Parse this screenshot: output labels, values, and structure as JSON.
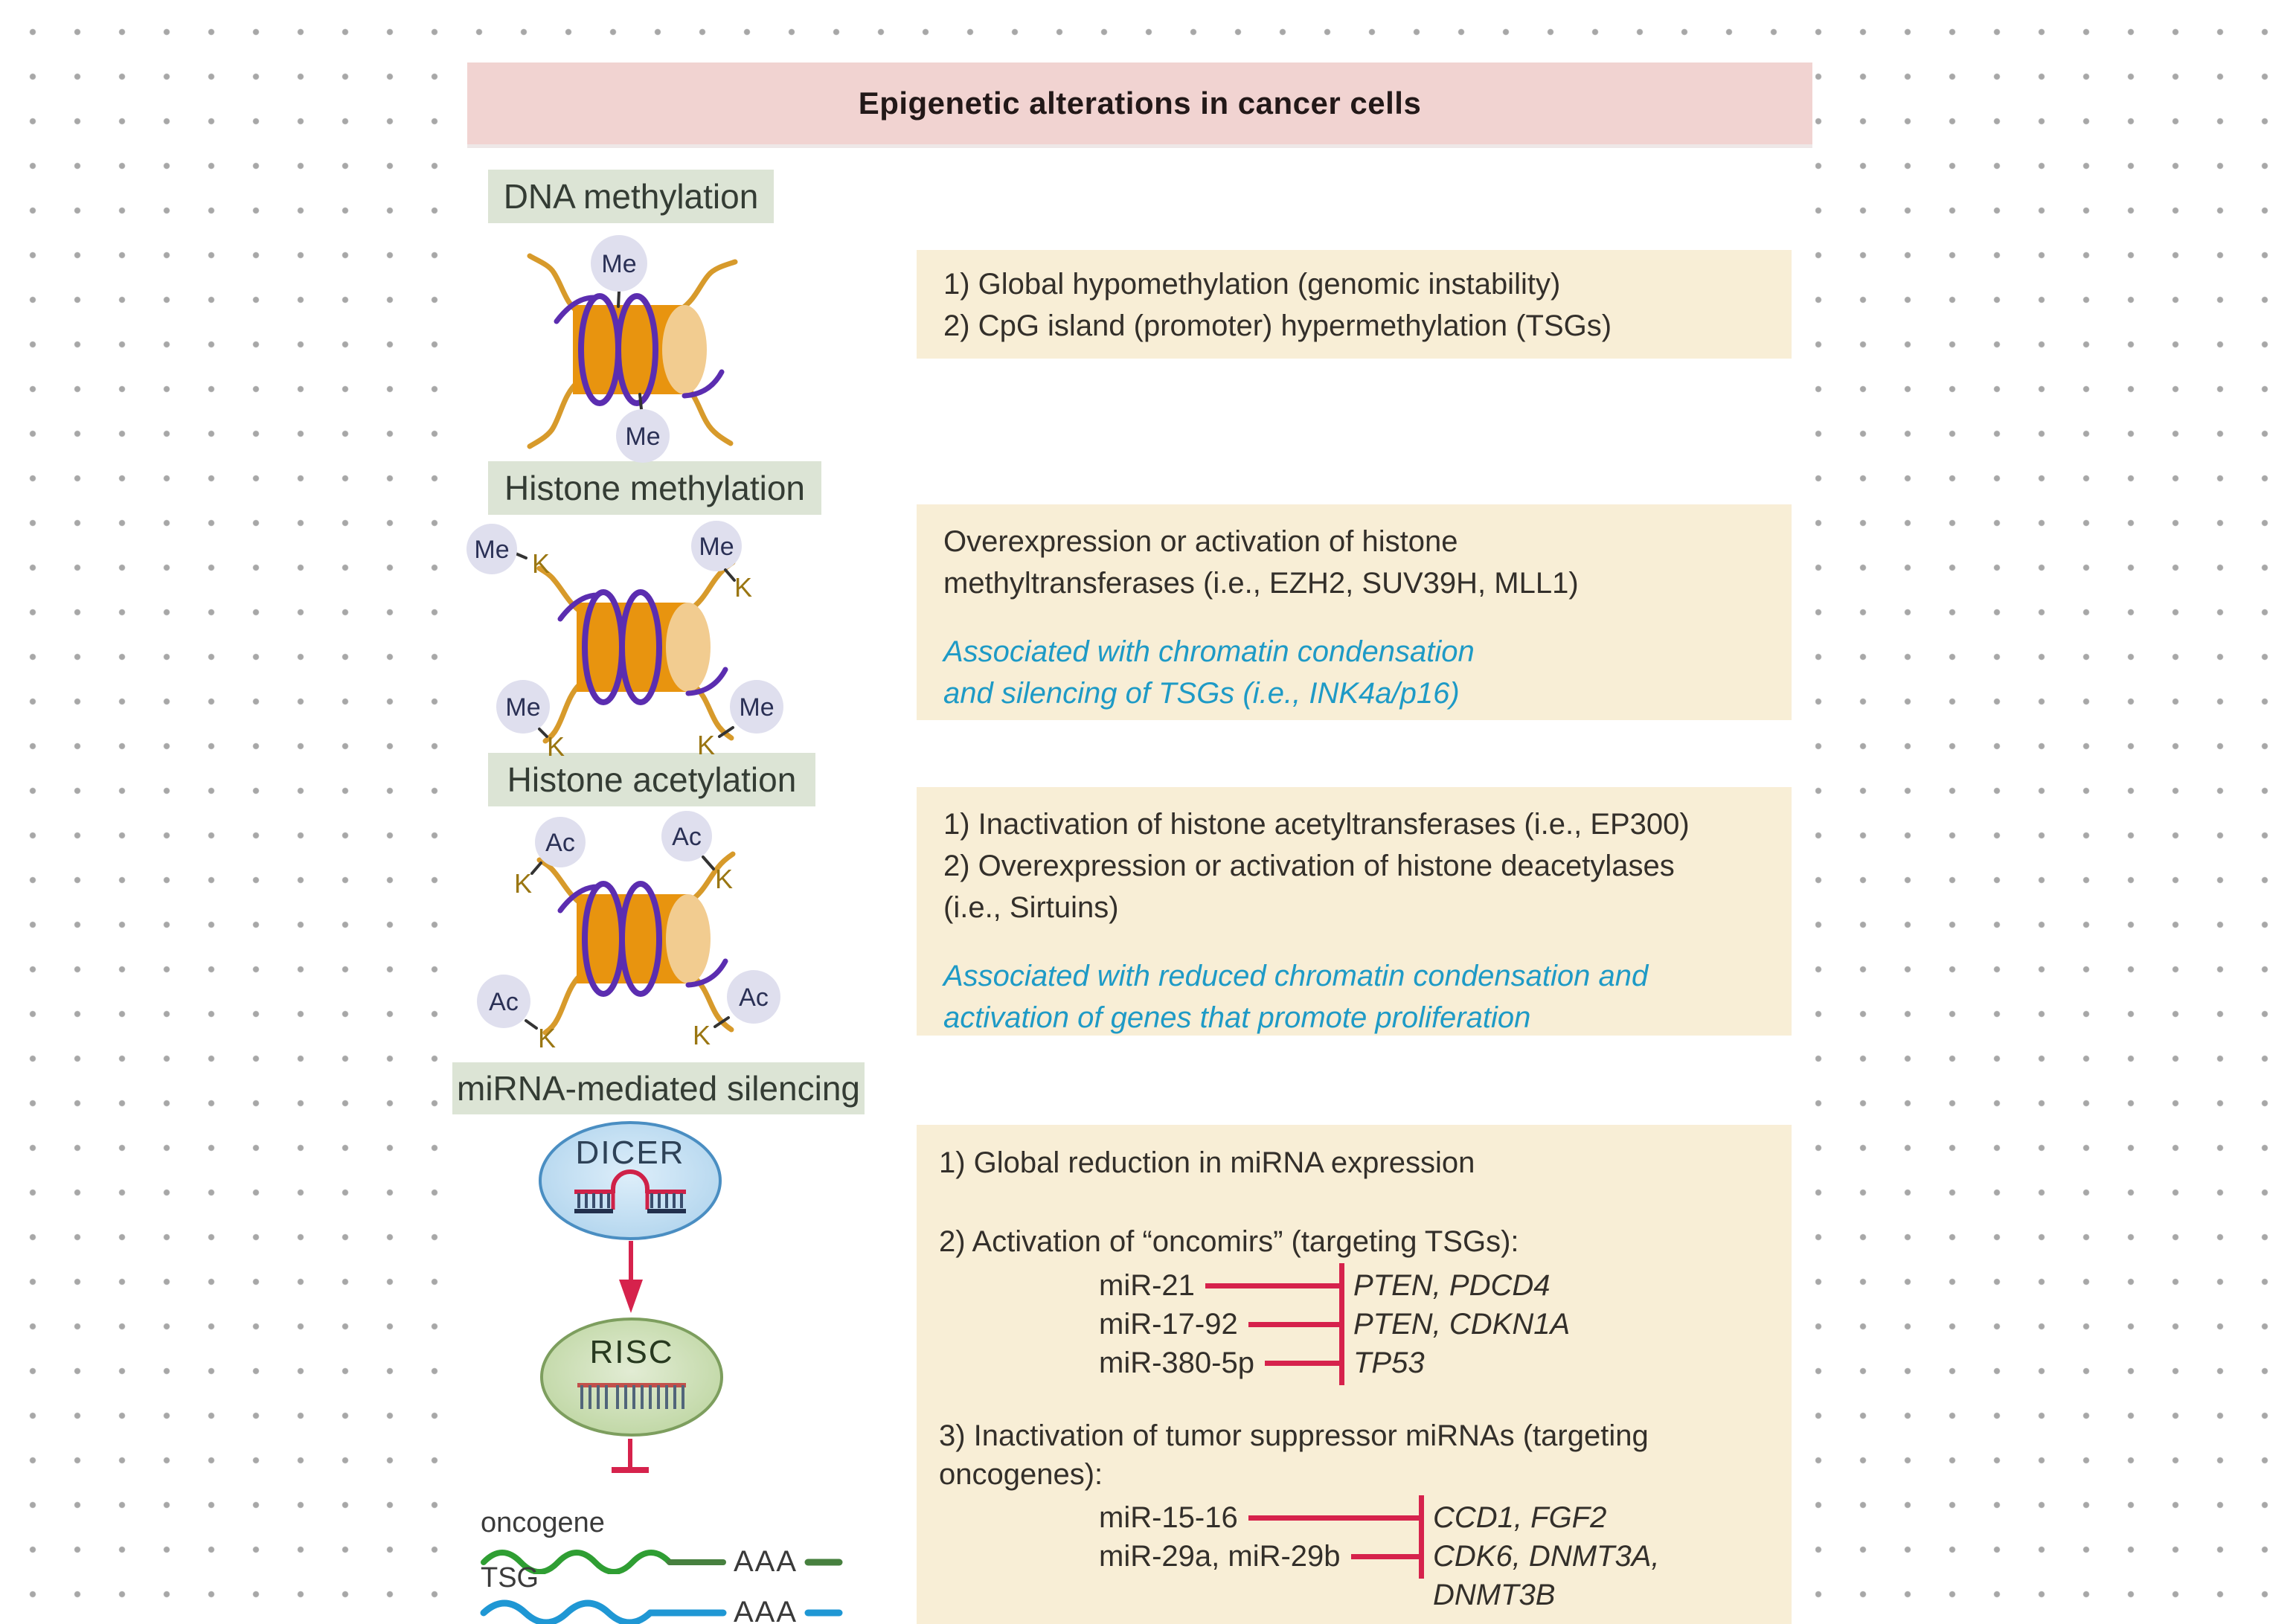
{
  "header": {
    "title": "Epigenetic alterations in cancer cells"
  },
  "colors": {
    "banner_pink": "#f1d3d1",
    "section_label_green": "#dce4d5",
    "text_box_cream": "#f8eed6",
    "note_blue_italic": "#1e9ac6",
    "inhibition_red": "#d6224c",
    "nucleosome_orange": "#e8940f",
    "dna_purple": "#5b2db0",
    "histone_tail_gold": "#d79a2b",
    "mark_circle_lavender": "#dfdfee",
    "dicer_blue": "#b7d8ef",
    "risc_green": "#c3d9a9",
    "oncogene_green": "#2f9e33",
    "tsg_blue": "#1f97d4"
  },
  "icons": {
    "nucleosome": "nucleosome-with-dna-icon",
    "dicer": "pre-mirna-hairpin-icon",
    "risc": "mirna-guide-strand-icon",
    "arrow": "down-arrow-icon",
    "inhibition": "t-bar-inhibition-icon",
    "mrna": "wavy-mrna-icon"
  },
  "sections": {
    "dna_methylation": {
      "label": "DNA methylation",
      "mark": "Me",
      "box_lines": [
        "1) Global hypomethylation (genomic instability)",
        "2) CpG island (promoter) hypermethylation (TSGs)"
      ]
    },
    "histone_methylation": {
      "label": "Histone methylation",
      "mark": "Me",
      "residue": "K",
      "box_lines": [
        "Overexpression or activation of histone",
        "methyltransferases (i.e., EZH2, SUV39H, MLL1)"
      ],
      "box_note": [
        "Associated with chromatin condensation",
        "and silencing of TSGs (i.e., INK4a/p16)"
      ]
    },
    "histone_acetylation": {
      "label": "Histone acetylation",
      "mark": "Ac",
      "residue": "K",
      "box_lines": [
        "1) Inactivation of histone acetyltransferases (i.e., EP300)",
        "2) Overexpression or activation of histone deacetylases",
        "(i.e., Sirtuins)"
      ],
      "box_note": [
        "Associated with reduced chromatin condensation and",
        "activation of genes that promote proliferation"
      ]
    },
    "mirna_silencing": {
      "label": "miRNA-mediated silencing",
      "dicer": "DICER",
      "risc": "RISC",
      "oncogene_label": "oncogene",
      "tsg_label": "TSG",
      "polya": "AAA",
      "box_line1": "1) Global reduction in miRNA expression",
      "box_line2": "2) Activation of “oncomirs” (targeting TSGs):",
      "oncomirs": [
        {
          "mir": "miR-21",
          "targets": "PTEN, PDCD4"
        },
        {
          "mir": "miR-17-92",
          "targets": "PTEN, CDKN1A"
        },
        {
          "mir": "miR-380-5p",
          "targets": "TP53"
        }
      ],
      "box_line3": [
        "3) Inactivation of tumor suppressor miRNAs (targeting",
        "oncogenes):"
      ],
      "ts_mirnas": [
        {
          "mir": "miR-15-16",
          "targets": "CCD1, FGF2"
        },
        {
          "mir": "miR-29a, miR-29b",
          "targets": "CDK6, DNMT3A,",
          "targets_cont": "DNMT3B"
        }
      ]
    }
  }
}
